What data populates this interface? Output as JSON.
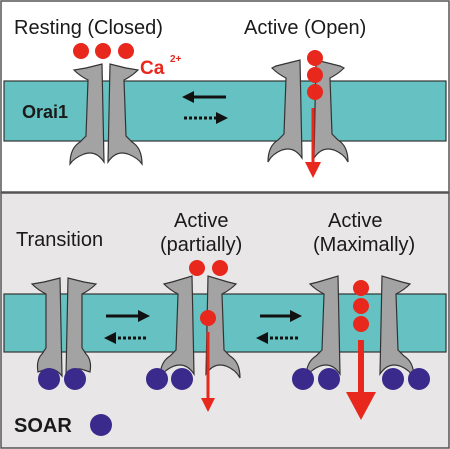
{
  "top_panel": {
    "state_closed": "Resting (Closed)",
    "state_open": "Active (Open)",
    "ion_label": "Ca",
    "ion_charge": "2+",
    "membrane_label": "Orai1"
  },
  "bottom_panel": {
    "state_transition": "Transition",
    "state_partial_line1": "Active",
    "state_partial_line2": "(partially)",
    "state_max_line1": "Active",
    "state_max_line2": "(Maximally)",
    "legend_label": "SOAR"
  },
  "colors": {
    "membrane": "#66c2c2",
    "channel": "#a3a3a3",
    "ion": "#e8271d",
    "soar": "#3a2a8c",
    "bottom_background": "#e8e6e6",
    "text": "#1a1a1a"
  },
  "icons": [
    "calcium-ion-icon",
    "soar-domain-icon",
    "orai1-channel-icon",
    "equilibrium-arrows-icon",
    "ca-influx-arrow-icon"
  ]
}
